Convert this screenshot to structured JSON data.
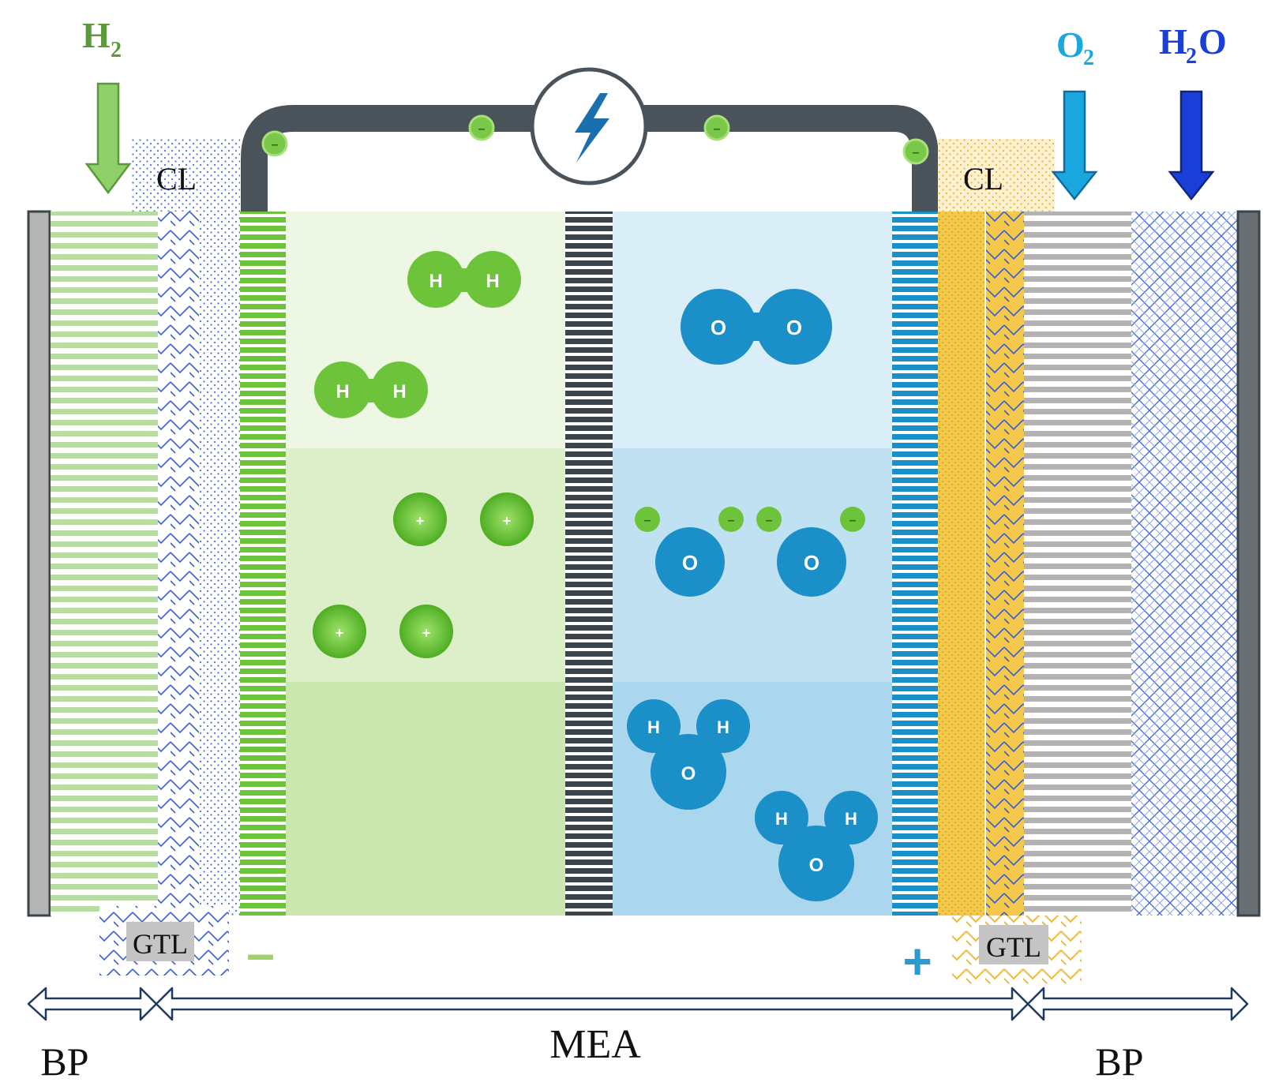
{
  "labels": {
    "h2_formula": "H",
    "h2_sub": "2",
    "o2_formula": "O",
    "o2_sub": "2",
    "h2o_formula_h": "H",
    "h2o_sub": "2",
    "h2o_formula_o": "O",
    "cl_left": "CL",
    "cl_right": "CL",
    "gtl_left": "GTL",
    "gtl_right": "GTL",
    "minus_sign": "–",
    "plus_sign": "+",
    "mea": "MEA",
    "bp_left": "BP",
    "bp_right": "BP"
  },
  "molecules": {
    "hydrogen_atom": "H",
    "oxygen_atom": "O",
    "electron": "–",
    "proton": "+"
  },
  "colors": {
    "h2_green": "#5a9a3a",
    "o2_cyan": "#1aa7e0",
    "h2o_blue": "#1a3fd8",
    "anode_green": "#6dc43b",
    "cathode_blue": "#1a8fc8",
    "membrane_dark": "#3b444b",
    "gtl_orange": "#f4c84a",
    "mesh_blue": "#3b5fd0",
    "arrow_navy": "#1f3a5f"
  },
  "icons": {
    "power_source": "lightning-bolt-icon"
  }
}
